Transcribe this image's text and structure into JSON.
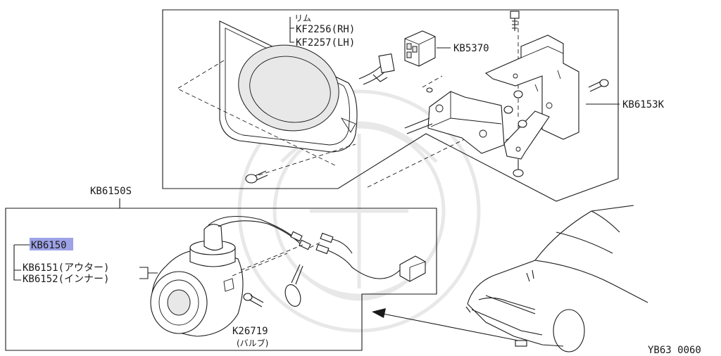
{
  "labels": {
    "rim_title": "リム",
    "kf2256": "KF2256(RH)",
    "kf2257": "KF2257(LH)",
    "kb5370": "KB5370",
    "kb6153k": "KB6153K",
    "kb6150s": "KB6150S",
    "kb6150": "KB6150",
    "kb6151": "KB6151(アウター)",
    "kb6152": "KB6152(インナー)",
    "kb26719": "K26719",
    "bulb": "(バルブ)",
    "diagram_code": "YB63 0060"
  },
  "colors": {
    "highlight": "#9ea2e6",
    "line": "#1a1a1a",
    "watermark": "#e6e6e6"
  }
}
